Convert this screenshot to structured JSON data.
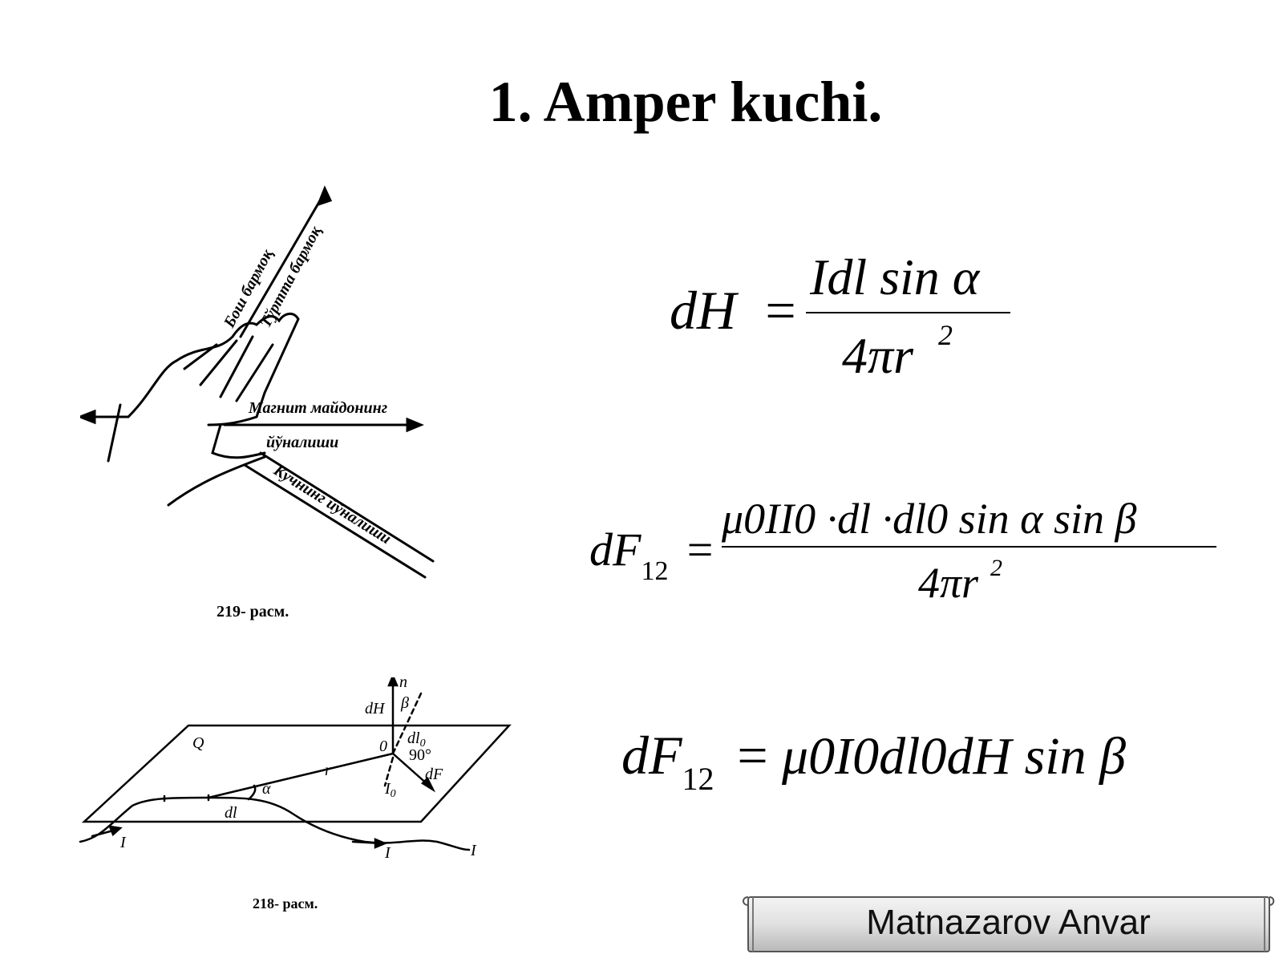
{
  "slide": {
    "title": "1. Amper kuchi.",
    "author": "Matnazarov Anvar"
  },
  "figures": {
    "hand_rule": {
      "caption": "219- расм.",
      "label_thumb": "Бош бармоқ",
      "label_fingers": "Тўртта бармоқ",
      "label_field": "Магнит майдонинг",
      "label_field2": "йўналиши",
      "label_current": "Кучнинг йўналиши"
    },
    "plane": {
      "caption": "218- расм.",
      "labels": {
        "n": "n",
        "dH": "dH",
        "beta": "β",
        "Q": "Q",
        "O": "0",
        "dl0": "dl",
        "dl0_sub": "0",
        "deg": "90°",
        "r": "r",
        "alpha": "α",
        "dF": "dF",
        "I0": "I",
        "I0_sub": "0",
        "dl": "dl",
        "I_left": "I",
        "I_mid": "I",
        "I_right": "I"
      }
    }
  },
  "formulas": {
    "f1": {
      "lhs": "dH",
      "eq": "=",
      "num": "Idl sin α",
      "den": "4πr",
      "exp": "2"
    },
    "f2": {
      "lhs": "dF",
      "lhs_sub": "12",
      "eq": "=",
      "num": "μ0II0 ·dl ·dl0 sin α sin β",
      "den": "4πr",
      "exp": "2"
    },
    "f3": {
      "lhs": "dF",
      "lhs_sub": "12",
      "eq": "=",
      "rhs": "μ0I0dl0dH sin β"
    }
  }
}
